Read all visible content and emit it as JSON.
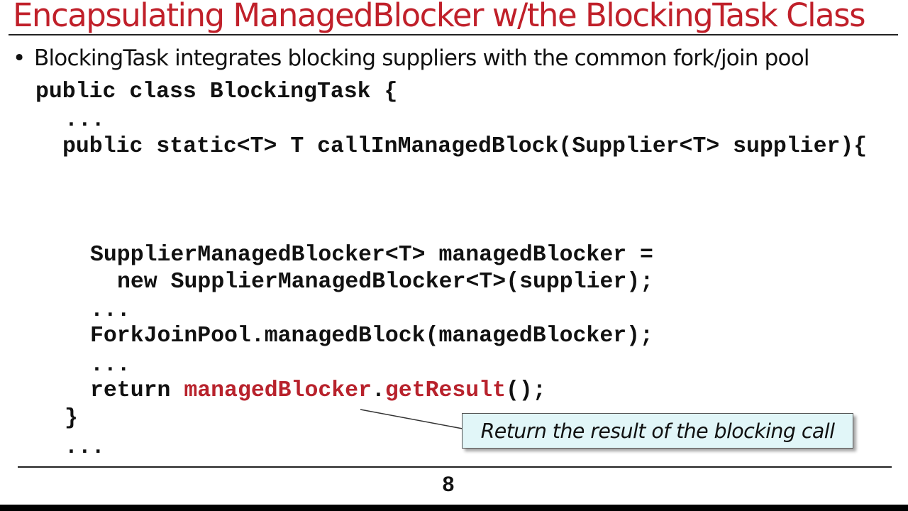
{
  "slide": {
    "title": "Encapsulating ManagedBlocker w/the BlockingTask Class",
    "bullet_marker": "•",
    "bullet_text": "BlockingTask integrates blocking suppliers with the common fork/join pool",
    "page_number": "8"
  },
  "code": {
    "line1": "public class BlockingTask {",
    "line2": "...",
    "line3": "public static<T> T callInManagedBlock(Supplier<T> supplier){",
    "line4": "SupplierManagedBlocker<T> managedBlocker =",
    "line5": "new SupplierManagedBlocker<T>(supplier);",
    "line6": "...",
    "line7": "ForkJoinPool.managedBlock(managedBlocker);",
    "line8": "...",
    "line9_prefix": "return ",
    "line9_highlight1": "managedBlocker",
    "line9_dot": ".",
    "line9_highlight2": "getResult",
    "line9_suffix": "();",
    "line10": "}",
    "line11": "..."
  },
  "callout": {
    "text": "Return the result of the blocking call"
  },
  "colors": {
    "title": "#c0202a",
    "highlight": "#b8222c",
    "callout_bg": "#e1f6f8"
  }
}
